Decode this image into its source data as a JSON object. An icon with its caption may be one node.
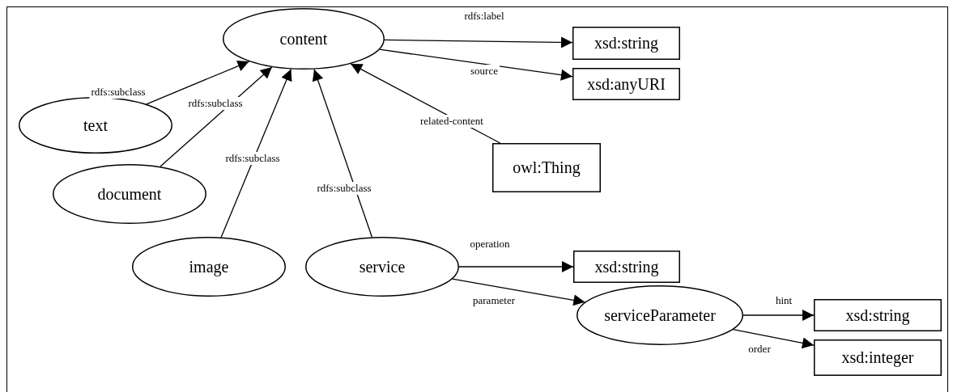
{
  "diagram": {
    "nodes": [
      {
        "text": [
          "content"
        ]
      },
      {
        "text": [
          "xsd:string"
        ]
      },
      {
        "text": [
          "xsd:anyURI"
        ]
      },
      {
        "text": [
          "text"
        ]
      },
      {
        "text": [
          "owl:Thing"
        ]
      },
      {
        "text": [
          "document"
        ]
      },
      {
        "text": [
          "image"
        ]
      },
      {
        "text": [
          "service"
        ]
      },
      {
        "text": [
          "xsd:string"
        ]
      },
      {
        "text": [
          "serviceParameter"
        ]
      },
      {
        "text": [
          "xsd:string"
        ]
      },
      {
        "text": [
          "xsd:integer"
        ]
      }
    ],
    "edges": [
      {
        "from": 0,
        "to": 1,
        "arrow": "to",
        "label": "rdfs:label"
      },
      {
        "from": 0,
        "to": 2,
        "arrow": "to",
        "label": "source"
      },
      {
        "from": 4,
        "to": 0,
        "arrow": "to",
        "label": "related-content"
      },
      {
        "from": 3,
        "to": 0,
        "arrow": "to",
        "label": "rdfs:subclass"
      },
      {
        "from": 5,
        "to": 0,
        "arrow": "to",
        "label": "rdfs:subclass"
      },
      {
        "from": 6,
        "to": 0,
        "arrow": "to",
        "label": "rdfs:subclass"
      },
      {
        "from": 7,
        "to": 0,
        "arrow": "to",
        "label": "rdfs:subclass"
      },
      {
        "from": 7,
        "to": 8,
        "arrow": "to",
        "label": "operation"
      },
      {
        "from": 7,
        "to": 9,
        "arrow": "to",
        "label": "parameter"
      },
      {
        "from": 9,
        "to": 10,
        "arrow": "to",
        "label": "hint"
      },
      {
        "from": 9,
        "to": 11,
        "arrow": "to",
        "label": "order"
      }
    ]
  }
}
